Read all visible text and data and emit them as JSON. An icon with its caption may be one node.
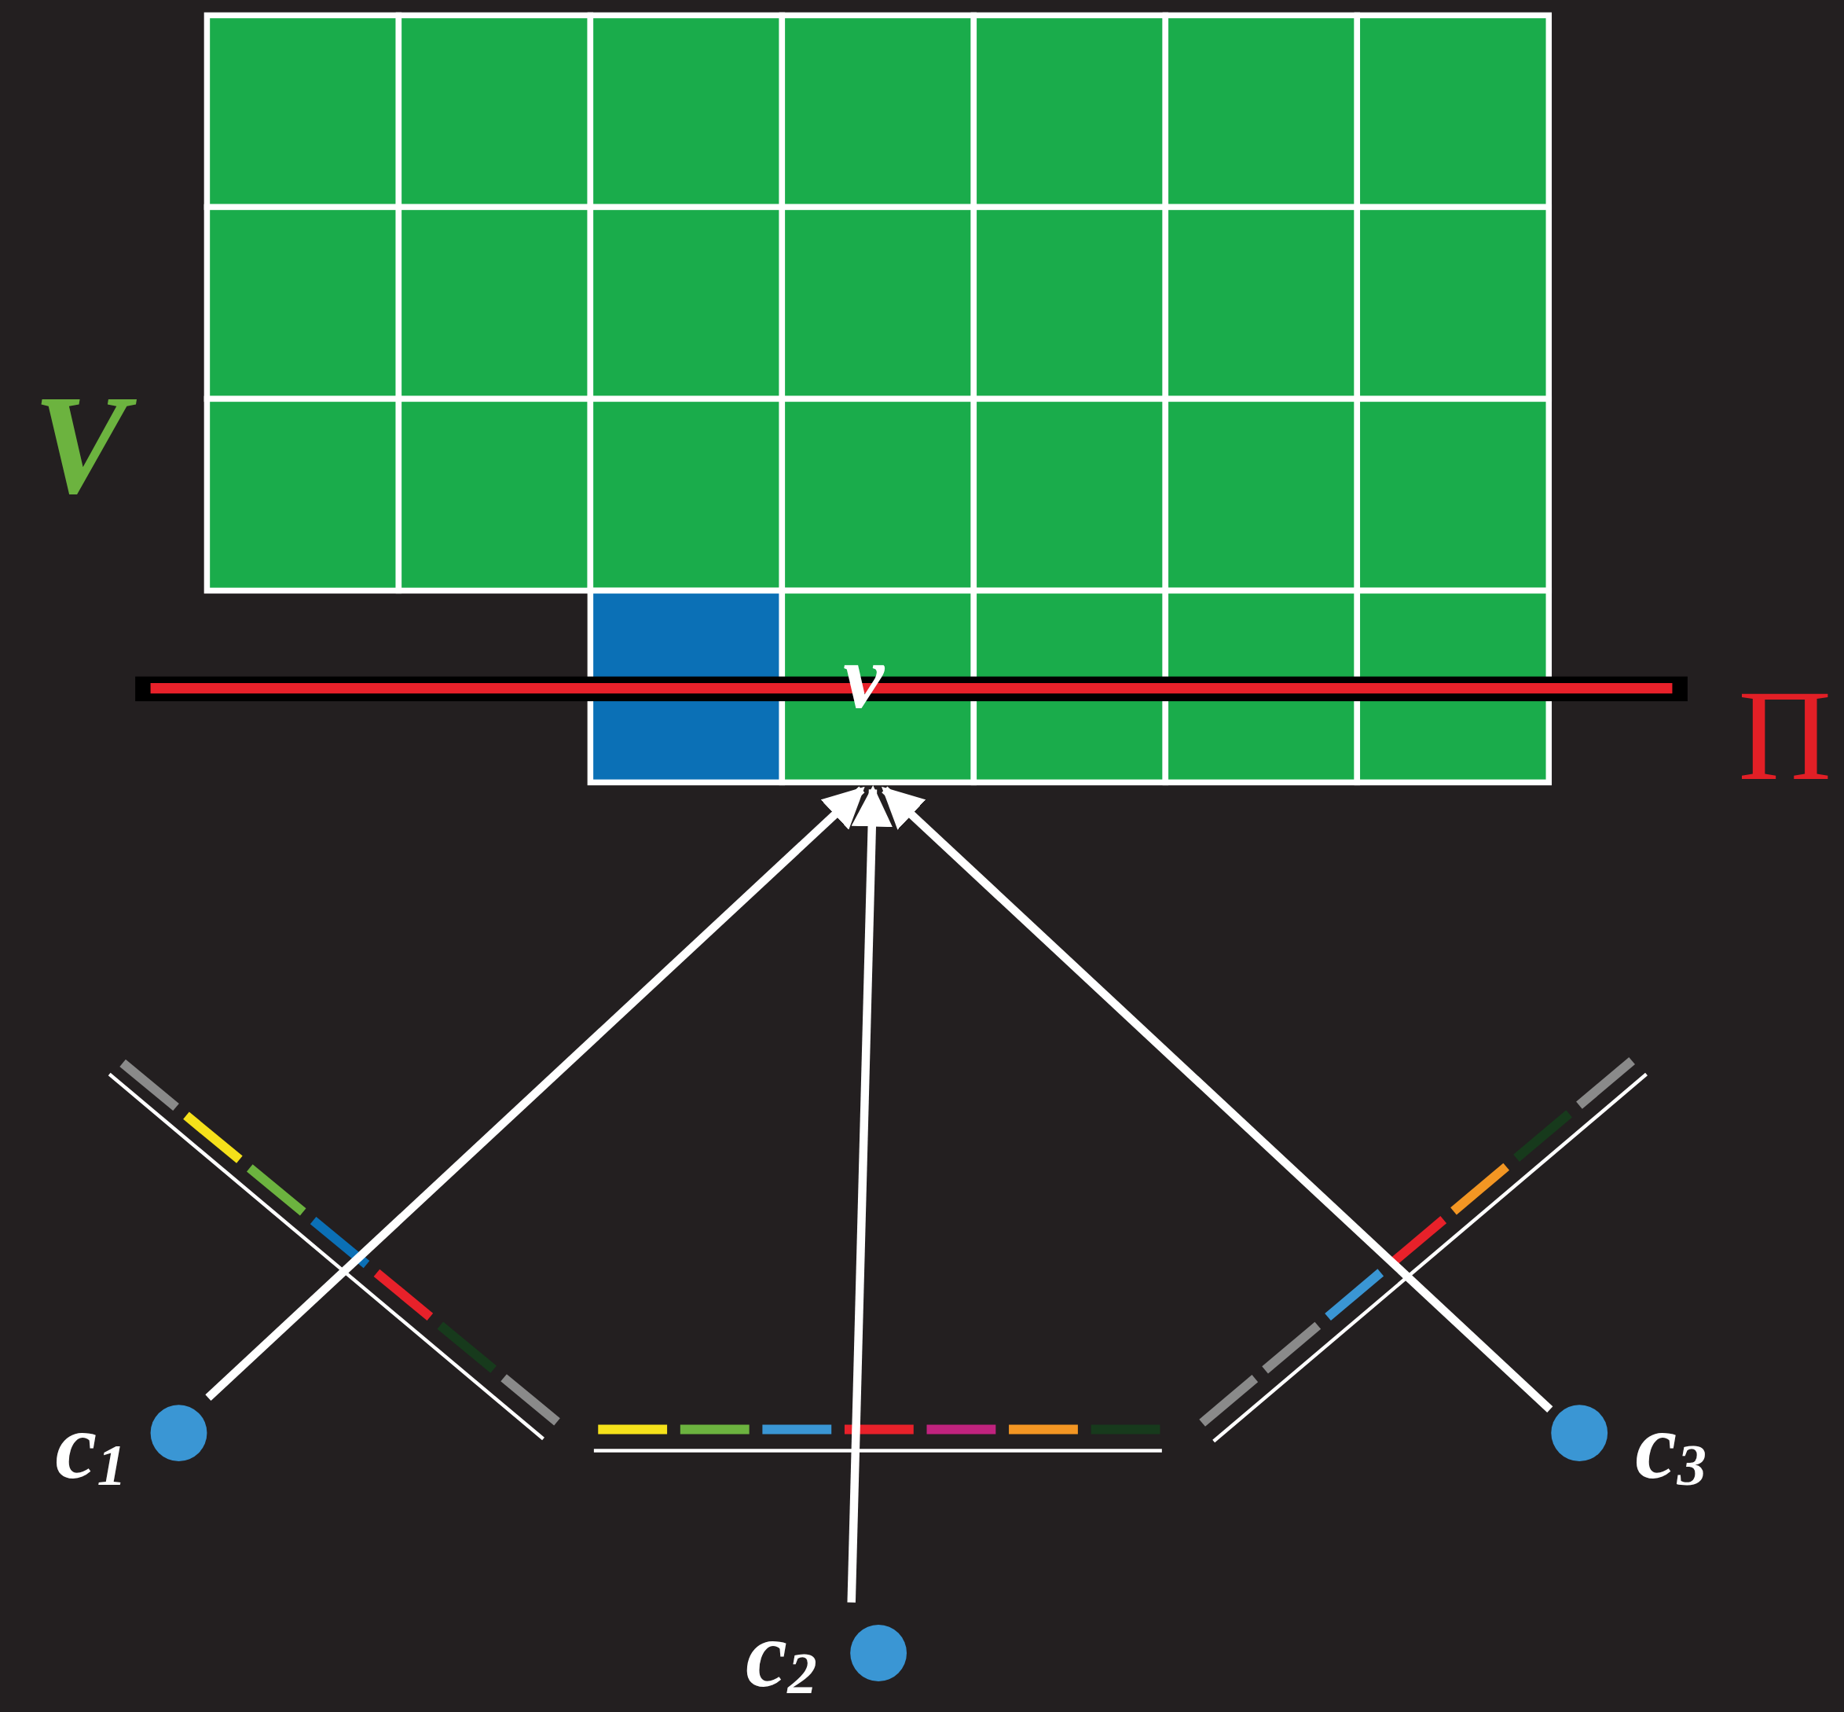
{
  "diagram": {
    "nodes": [
      {
        "text": [
          "v"
        ]
      },
      {
        "text": [],
        "shape": "circle",
        "beside": [
          "c$_{1}$"
        ]
      },
      {
        "text": [],
        "shape": "circle",
        "beside": [
          "c$_{2}$"
        ]
      },
      {
        "text": [],
        "shape": "circle",
        "beside": [
          "c$_{3}$"
        ]
      }
    ],
    "edges": [
      {
        "from": 1,
        "to": 0,
        "arrow": "to"
      },
      {
        "from": 2,
        "to": 0,
        "arrow": "to"
      },
      {
        "from": 3,
        "to": 0,
        "arrow": "to"
      }
    ],
    "labels": [
      "V",
      "Π"
    ]
  }
}
